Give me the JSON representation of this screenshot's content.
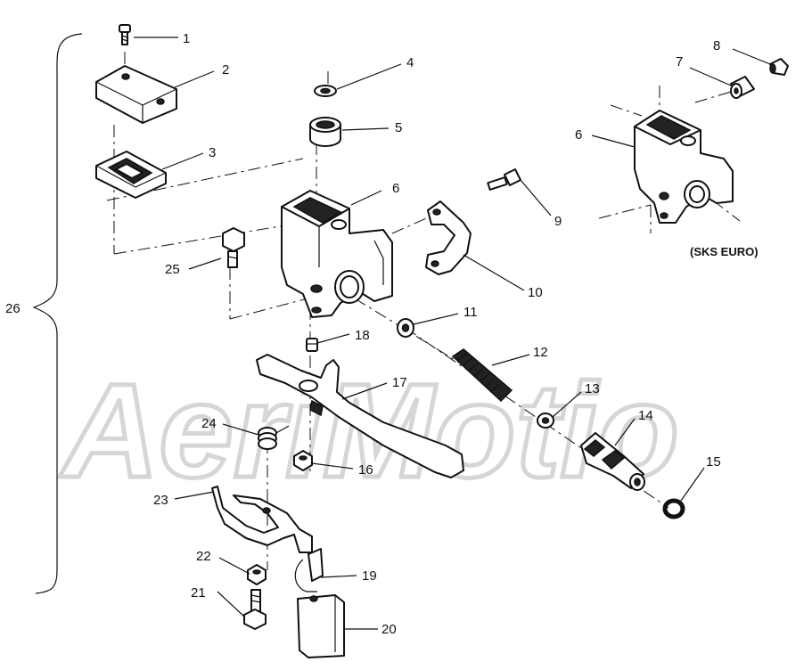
{
  "diagram": {
    "watermark": "AeriMotio",
    "variant_label": "(SKS EURO)",
    "callouts": [
      {
        "id": "c1",
        "text": "1"
      },
      {
        "id": "c2",
        "text": "2"
      },
      {
        "id": "c3",
        "text": "3"
      },
      {
        "id": "c4",
        "text": "4"
      },
      {
        "id": "c5",
        "text": "5"
      },
      {
        "id": "c6",
        "text": "6"
      },
      {
        "id": "c6b",
        "text": "6"
      },
      {
        "id": "c7",
        "text": "7"
      },
      {
        "id": "c8",
        "text": "8"
      },
      {
        "id": "c9",
        "text": "9"
      },
      {
        "id": "c10",
        "text": "10"
      },
      {
        "id": "c11",
        "text": "11"
      },
      {
        "id": "c12",
        "text": "12"
      },
      {
        "id": "c13",
        "text": "13"
      },
      {
        "id": "c14",
        "text": "14"
      },
      {
        "id": "c15",
        "text": "15"
      },
      {
        "id": "c16",
        "text": "16"
      },
      {
        "id": "c17",
        "text": "17"
      },
      {
        "id": "c18",
        "text": "18"
      },
      {
        "id": "c19",
        "text": "19"
      },
      {
        "id": "c20",
        "text": "20"
      },
      {
        "id": "c21",
        "text": "21"
      },
      {
        "id": "c22",
        "text": "22"
      },
      {
        "id": "c23",
        "text": "23"
      },
      {
        "id": "c24",
        "text": "24"
      },
      {
        "id": "c25",
        "text": "25"
      },
      {
        "id": "c26",
        "text": "26"
      }
    ]
  }
}
